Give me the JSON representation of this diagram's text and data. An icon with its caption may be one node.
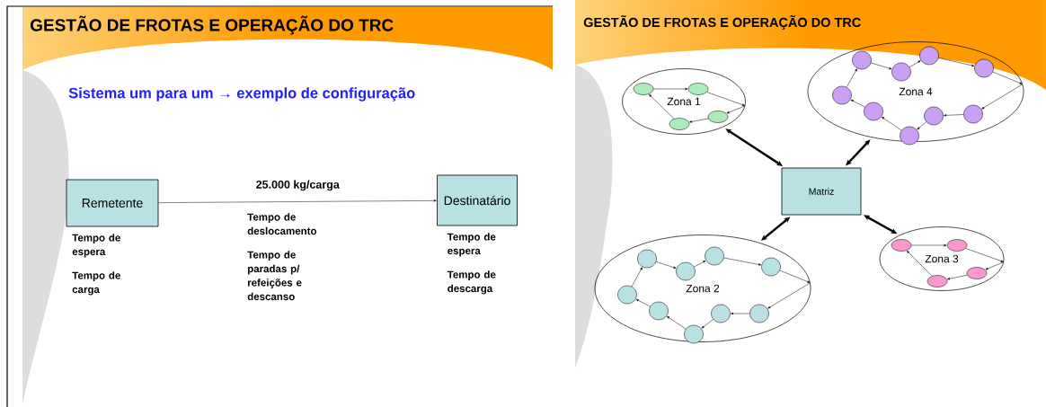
{
  "diagram": {
    "nodes": [
      {
        "text": [
          "Remetente"
        ],
        "beside": [
          "Tempo de espera",
          "Tempo de carga"
        ]
      },
      {
        "text": [
          "Destinatário"
        ],
        "beside": [
          "Tempo de espera",
          "Tempo de descarga"
        ]
      },
      {
        "text": [
          "Matriz"
        ]
      },
      {
        "text": [
          "Zona 1"
        ]
      },
      {
        "text": [],
        "shape": "ellipse",
        "in": 3
      },
      {
        "text": [],
        "shape": "ellipse",
        "in": 3
      },
      {
        "text": [],
        "shape": "ellipse",
        "in": 3
      },
      {
        "text": [],
        "shape": "ellipse",
        "in": 3
      },
      {
        "text": [
          "Zona 4"
        ]
      },
      {
        "text": [],
        "shape": "circle",
        "in": 8
      },
      {
        "text": [],
        "shape": "circle",
        "in": 8
      },
      {
        "text": [],
        "shape": "circle",
        "in": 8
      },
      {
        "text": [],
        "shape": "circle",
        "in": 8
      },
      {
        "text": [],
        "shape": "circle",
        "in": 8
      },
      {
        "text": [],
        "shape": "circle",
        "in": 8
      },
      {
        "text": [],
        "shape": "circle",
        "in": 8
      },
      {
        "text": [],
        "shape": "circle",
        "in": 8
      },
      {
        "text": [],
        "shape": "circle",
        "in": 8
      },
      {
        "text": [
          "Zona 2"
        ]
      },
      {
        "text": [],
        "shape": "circle",
        "in": 18
      },
      {
        "text": [],
        "shape": "circle",
        "in": 18
      },
      {
        "text": [],
        "shape": "circle",
        "in": 18
      },
      {
        "text": [],
        "shape": "circle",
        "in": 18
      },
      {
        "text": [],
        "shape": "circle",
        "in": 18
      },
      {
        "text": [],
        "shape": "circle",
        "in": 18
      },
      {
        "text": [],
        "shape": "circle",
        "in": 18
      },
      {
        "text": [],
        "shape": "circle",
        "in": 18
      },
      {
        "text": [],
        "shape": "circle",
        "in": 18
      },
      {
        "text": [
          "Zona 3"
        ]
      },
      {
        "text": [],
        "shape": "ellipse",
        "in": 28
      },
      {
        "text": [],
        "shape": "ellipse",
        "in": 28
      },
      {
        "text": [],
        "shape": "ellipse",
        "in": 28
      },
      {
        "text": [],
        "shape": "ellipse",
        "in": 28
      }
    ],
    "edges": [
      {
        "from": 0,
        "to": 1,
        "arrow": "to",
        "label": "25.000 kg/carga"
      },
      {
        "from": 4,
        "to": 5,
        "arrow": "to"
      },
      {
        "from": 5,
        "to": 3,
        "arrow": "to"
      },
      {
        "from": 3,
        "to": 6,
        "arrow": "to"
      },
      {
        "from": 6,
        "to": 7,
        "arrow": "to"
      },
      {
        "from": 7,
        "to": 4,
        "arrow": "to"
      },
      {
        "from": 9,
        "to": 10,
        "arrow": "to"
      },
      {
        "from": 10,
        "to": 11,
        "arrow": "to"
      },
      {
        "from": 11,
        "to": 12,
        "arrow": "to"
      },
      {
        "from": 12,
        "to": 13,
        "arrow": "to"
      },
      {
        "from": 13,
        "to": 8,
        "arrow": "to"
      },
      {
        "from": 8,
        "to": 14,
        "arrow": "to"
      },
      {
        "from": 14,
        "to": 15,
        "arrow": "to"
      },
      {
        "from": 15,
        "to": 16,
        "arrow": "to"
      },
      {
        "from": 16,
        "to": 17,
        "arrow": "to"
      },
      {
        "from": 17,
        "to": 9,
        "arrow": "to"
      },
      {
        "from": 19,
        "to": 20,
        "arrow": "to"
      },
      {
        "from": 20,
        "to": 21,
        "arrow": "to"
      },
      {
        "from": 21,
        "to": 22,
        "arrow": "to"
      },
      {
        "from": 22,
        "to": 23,
        "arrow": "to"
      },
      {
        "from": 23,
        "to": 18,
        "arrow": "to"
      },
      {
        "from": 18,
        "to": 24,
        "arrow": "to"
      },
      {
        "from": 24,
        "to": 25,
        "arrow": "to"
      },
      {
        "from": 25,
        "to": 26,
        "arrow": "to"
      },
      {
        "from": 26,
        "to": 27,
        "arrow": "to"
      },
      {
        "from": 27,
        "to": 19,
        "arrow": "to"
      },
      {
        "from": 29,
        "to": 30,
        "arrow": "to"
      },
      {
        "from": 30,
        "to": 28,
        "arrow": "to"
      },
      {
        "from": 28,
        "to": 31,
        "arrow": "to"
      },
      {
        "from": 31,
        "to": 32,
        "arrow": "to"
      },
      {
        "from": 32,
        "to": 29,
        "arrow": "to"
      },
      {
        "from": 2,
        "to": 3,
        "arrow": "both",
        "style": "thick"
      },
      {
        "from": 2,
        "to": 8,
        "arrow": "both",
        "style": "thick"
      },
      {
        "from": 2,
        "to": 18,
        "arrow": "both",
        "style": "thick"
      },
      {
        "from": 2,
        "to": 28,
        "arrow": "both",
        "style": "thick"
      }
    ],
    "labels": [
      "GESTÃO DE FROTAS E OPERAÇÃO DO TRC",
      "Sistema um para um → exemplo de configuração",
      "Tempo de deslocamento",
      "Tempo de paradas p/ refeições e descanso",
      "GESTÃO DE FROTAS E OPERAÇÃO DO TRC"
    ]
  }
}
